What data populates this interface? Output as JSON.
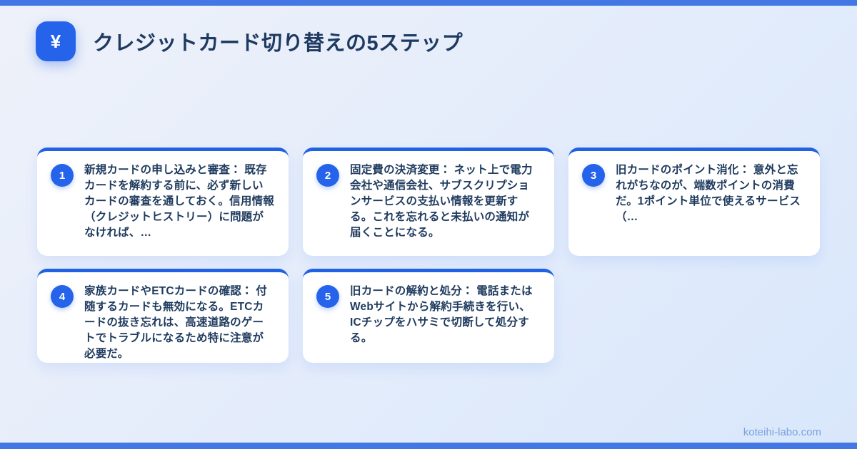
{
  "header": {
    "icon_glyph": "¥",
    "title": "クレジットカード切り替えの5ステップ"
  },
  "steps": [
    {
      "number": "1",
      "text": "新規カードの申し込みと審査： 既存カードを解約する前に、必ず新しいカードの審査を通しておく。信用情報（クレジットヒストリー）に問題がなければ、…"
    },
    {
      "number": "2",
      "text": "固定費の決済変更： ネット上で電力会社や通信会社、サブスクリプションサービスの支払い情報を更新する。これを忘れると未払いの通知が届くことになる。"
    },
    {
      "number": "3",
      "text": "旧カードのポイント消化： 意外と忘れがちなのが、端数ポイントの消費だ。1ポイント単位で使えるサービス（…"
    },
    {
      "number": "4",
      "text": "家族カードやETCカードの確認： 付随するカードも無効になる。ETCカードの抜き忘れは、高速道路のゲートでトラブルになるため特に注意が必要だ。"
    },
    {
      "number": "5",
      "text": "旧カードの解約と処分： 電話またはWebサイトから解約手続きを行い、ICチップをハサミで切断して処分する。"
    }
  ],
  "footer": {
    "watermark": "koteihi-labo.com"
  },
  "colors": {
    "accent_blue": "#2563eb",
    "bar_blue": "#4377e3",
    "card_border_blue": "#2161e4",
    "heading_navy": "#1f3a60",
    "body_navy": "#1e3a5e",
    "watermark_blue": "#7aa2dd",
    "card_bg": "#ffffff"
  }
}
